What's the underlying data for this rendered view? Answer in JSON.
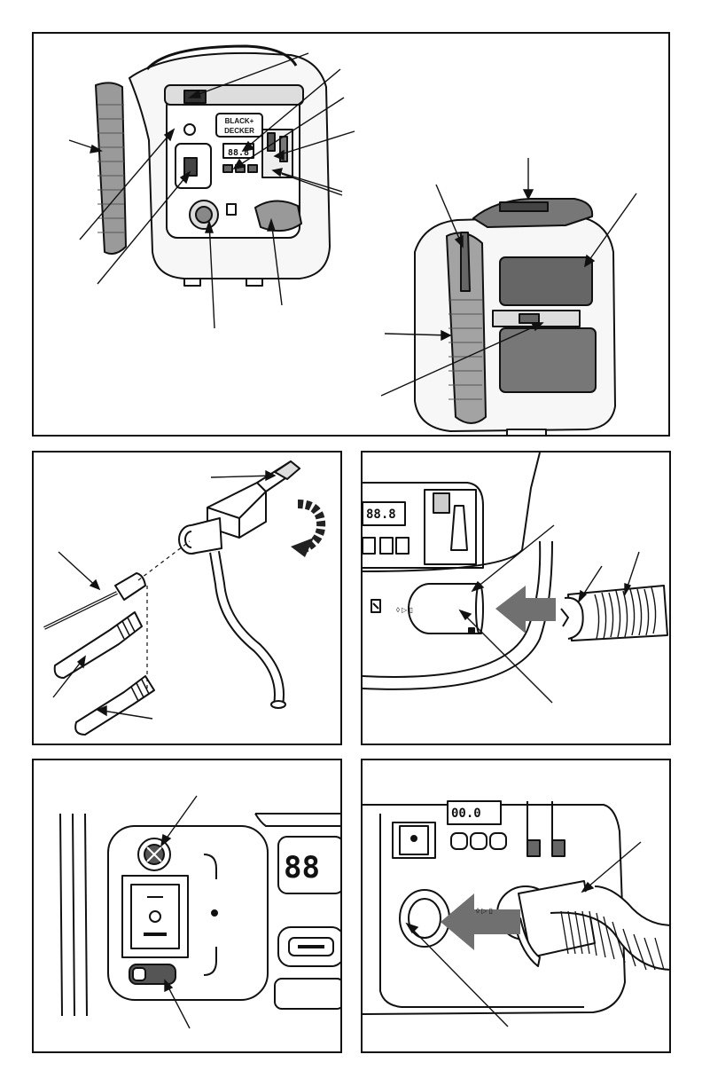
{
  "colors": {
    "line": "#111111",
    "dark": "#555555",
    "mid": "#8a8a8a",
    "light": "#d4d4d4",
    "arrow": "#707070"
  },
  "figure_a": {
    "logo_line1": "BLACK+",
    "logo_line2": "DECKER",
    "display": "88.8"
  },
  "figure_c": {
    "display": "88.8"
  },
  "figure_d": {
    "display": "88"
  },
  "figure_e": {
    "display": "00.0"
  },
  "icons": [
    "arrow-icon",
    "rotate-arrow-icon",
    "rocker-switch-icon",
    "gear-knob-icon"
  ]
}
